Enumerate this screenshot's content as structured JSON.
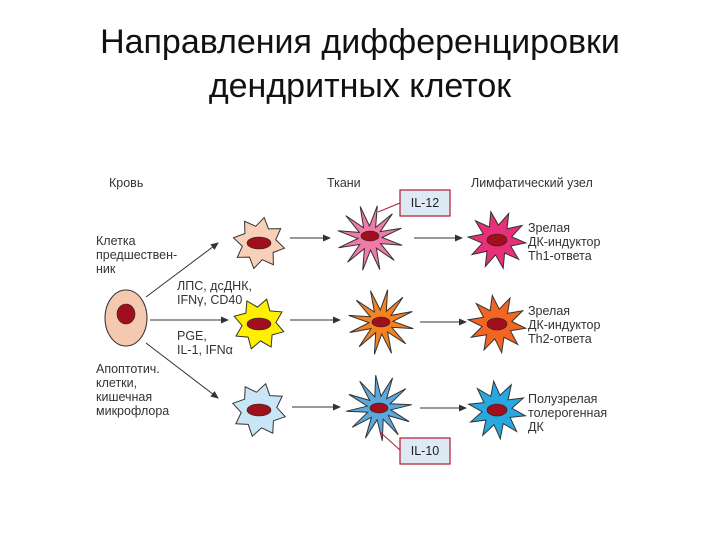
{
  "title": {
    "line1": "Направления дифференцировки",
    "line2": "дендритных клеток"
  },
  "columns": {
    "blood": "Кровь",
    "tissue": "Ткани",
    "lymph_node": "Лимфатический узел"
  },
  "precursor": {
    "line1": "Клетка",
    "line2": "предшествен-",
    "line3": "ник"
  },
  "stimuli": {
    "top": {
      "line1": "ЛПС, дсДНК,",
      "line2": "IFNγ, CD40"
    },
    "middle": {
      "line1": "PGE,",
      "line2": "IL-1, IFNα"
    },
    "bottom": {
      "line1": "Апоптотич.",
      "line2": "клетки,",
      "line3": "кишечная",
      "line4": "микрофлора"
    }
  },
  "cytokines": {
    "top": "IL-12",
    "bottom": "IL-10"
  },
  "outcomes": {
    "top": {
      "line1": "Зрелая",
      "line2": "ДК-индуктор",
      "line3": "Th1-ответа"
    },
    "middle": {
      "line1": "Зрелая",
      "line2": "ДК-индуктор",
      "line3": "Th2-ответа"
    },
    "bottom": {
      "line1": "Полузрелая",
      "line2": "толерогенная",
      "line3": "ДК"
    }
  },
  "colors": {
    "precursor_cell": "#f5c9b0",
    "nucleus": "#a0101c",
    "row1_blood": "#f8d0b8",
    "row1_tissue": "#f07aa8",
    "row1_lymph": "#e8307a",
    "row2_blood": "#fff000",
    "row2_tissue": "#f58220",
    "row2_lymph": "#f26522",
    "row3_blood": "#c8e6f5",
    "row3_tissue": "#5aa8dc",
    "row3_lymph": "#29a8e0",
    "arrow": "#333333",
    "box_border": "#b01c2e",
    "box_fill": "#dde9f5"
  }
}
